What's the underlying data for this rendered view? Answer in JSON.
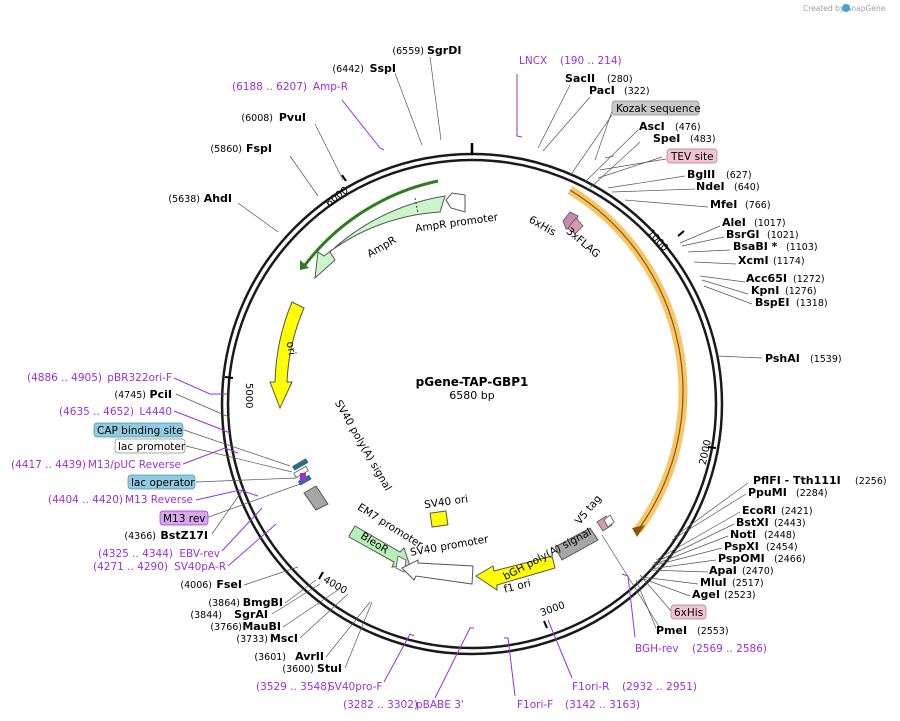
{
  "watermark": "Created by SnapGene",
  "map": {
    "name": "pGene-TAP-GBP1",
    "size": "6580 bp",
    "ticks": [
      "1000",
      "2000",
      "3000",
      "4000",
      "5000",
      "6000"
    ]
  },
  "enzymes": [
    {
      "name": "SgrDI",
      "pos": "(6559)"
    },
    {
      "name": "SspI",
      "pos": "(6442)"
    },
    {
      "name": "PvuI",
      "pos": "(6008)"
    },
    {
      "name": "FspI",
      "pos": "(5860)"
    },
    {
      "name": "AhdI",
      "pos": "(5638)"
    },
    {
      "name": "SacII",
      "pos": "(280)"
    },
    {
      "name": "PacI",
      "pos": "(322)"
    },
    {
      "name": "AscI",
      "pos": "(476)"
    },
    {
      "name": "SpeI",
      "pos": "(483)"
    },
    {
      "name": "BglII",
      "pos": "(627)"
    },
    {
      "name": "NdeI",
      "pos": "(640)"
    },
    {
      "name": "MfeI",
      "pos": "(766)"
    },
    {
      "name": "AleI",
      "pos": "(1017)"
    },
    {
      "name": "BsrGI",
      "pos": "(1021)"
    },
    {
      "name": "BsaBI *",
      "pos": "(1103)"
    },
    {
      "name": "XcmI",
      "pos": "(1174)"
    },
    {
      "name": "Acc65I",
      "pos": "(1272)"
    },
    {
      "name": "KpnI",
      "pos": "(1276)"
    },
    {
      "name": "BspEI",
      "pos": "(1318)"
    },
    {
      "name": "PshAI",
      "pos": "(1539)"
    },
    {
      "name": "PflFI - Tth111I",
      "pos": "(2256)"
    },
    {
      "name": "PpuMI",
      "pos": "(2284)"
    },
    {
      "name": "EcoRI",
      "pos": "(2421)"
    },
    {
      "name": "BstXI",
      "pos": "(2443)"
    },
    {
      "name": "NotI",
      "pos": "(2448)"
    },
    {
      "name": "PspXI",
      "pos": "(2454)"
    },
    {
      "name": "PspOMI",
      "pos": "(2466)"
    },
    {
      "name": "ApaI",
      "pos": "(2470)"
    },
    {
      "name": "MluI",
      "pos": "(2517)"
    },
    {
      "name": "AgeI",
      "pos": "(2523)"
    },
    {
      "name": "PmeI",
      "pos": "(2553)"
    },
    {
      "name": "PciI",
      "pos": "(4745)"
    },
    {
      "name": "BstZ17I",
      "pos": "(4366)"
    },
    {
      "name": "FseI",
      "pos": "(4006)"
    },
    {
      "name": "BmgBI",
      "pos": "(3864)"
    },
    {
      "name": "SgrAI",
      "pos": "(3844)"
    },
    {
      "name": "MauBI",
      "pos": "(3766)"
    },
    {
      "name": "MscI",
      "pos": "(3733)"
    },
    {
      "name": "AvrII",
      "pos": "(3601)"
    },
    {
      "name": "StuI",
      "pos": "(3600)"
    }
  ],
  "primers": [
    {
      "name": "LNCX",
      "range": "(190 .. 214)"
    },
    {
      "name": "Amp-R",
      "range": "(6188 .. 6207)"
    },
    {
      "name": "pBR322ori-F",
      "range": "(4886 .. 4905)"
    },
    {
      "name": "L4440",
      "range": "(4635 .. 4652)"
    },
    {
      "name": "M13/pUC Reverse",
      "range": "(4417 .. 4439)"
    },
    {
      "name": "M13 Reverse",
      "range": "(4404 .. 4420)"
    },
    {
      "name": "EBV-rev",
      "range": "(4325 .. 4344)"
    },
    {
      "name": "SV40pA-R",
      "range": "(4271 .. 4290)"
    },
    {
      "name": "SV40pro-F",
      "range": "(3529 .. 3548)"
    },
    {
      "name": "pBABE 3'",
      "range": "(3282 .. 3302)"
    },
    {
      "name": "F1ori-F",
      "range": "(3142 .. 3163)"
    },
    {
      "name": "F1ori-R",
      "range": "(2932 .. 2951)"
    },
    {
      "name": "BGH-rev",
      "range": "(2569 .. 2586)"
    }
  ],
  "boxes": {
    "kozak": "Kozak sequence",
    "tev": "TEV site",
    "his6": "6xHis",
    "cap": "CAP binding site",
    "lacprom": "lac promoter",
    "lacop": "lac operator",
    "m13rev": "M13 rev"
  },
  "features": {
    "amprprom": "AmpR promoter",
    "ampr": "AmpR",
    "ori": "ori",
    "sv40pa": "SV40 poly(A) signal",
    "sv40ori": "SV40 ori",
    "em7": "EM7 promoter",
    "bleor": "BleoR",
    "sv40prom": "SV40 promoter",
    "f1ori": "f1 ori",
    "bgh": "bGH poly(A) signal",
    "v5": "V5 tag",
    "his6x": "6xHis",
    "flag": "3xFLAG"
  },
  "colors": {
    "primer": "#9b30d6",
    "ampr_fill": "#ccf5cc",
    "ampr_stroke": "#2f7d1f",
    "ori_fill": "#ffff00",
    "orf_fill": "#f7c66b",
    "gray": "#a6a6a6",
    "bleo": "#b6f0b6",
    "tag": "#d59ab0"
  }
}
